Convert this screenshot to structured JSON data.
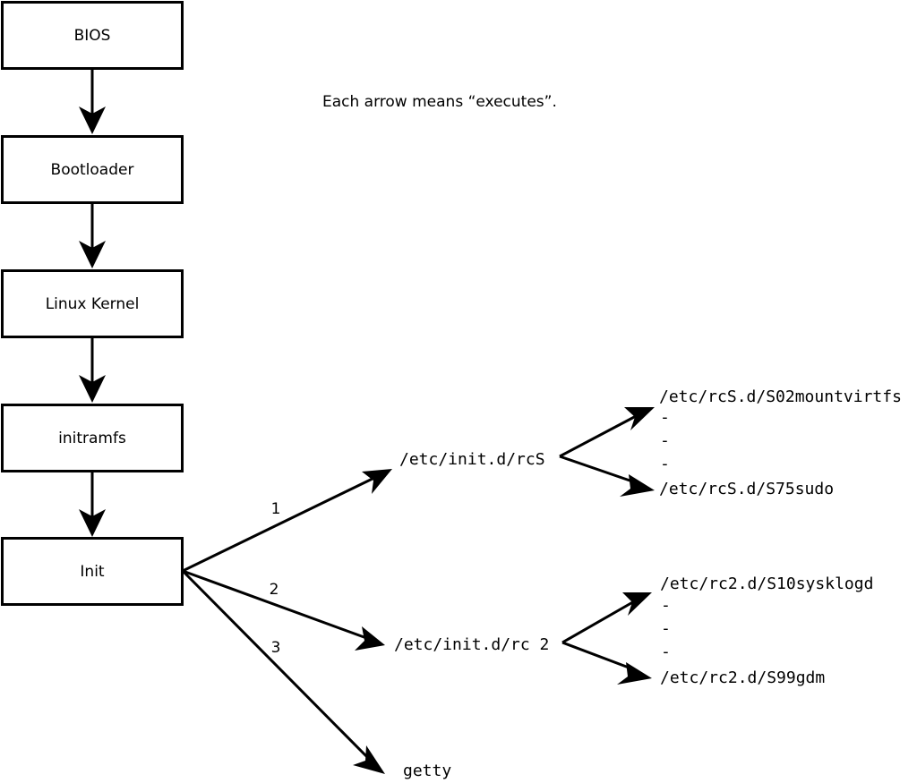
{
  "diagram": {
    "caption": "Each arrow means “executes”.",
    "stages": [
      {
        "id": "bios",
        "label": "BIOS"
      },
      {
        "id": "bootloader",
        "label": "Bootloader"
      },
      {
        "id": "kernel",
        "label": "Linux Kernel"
      },
      {
        "id": "initramfs",
        "label": "initramfs"
      },
      {
        "id": "init",
        "label": "Init"
      }
    ],
    "init_branches": [
      {
        "number": "1",
        "target": "/etc/init.d/rcS"
      },
      {
        "number": "2",
        "target": "/etc/init.d/rc 2"
      },
      {
        "number": "3",
        "target": "getty"
      }
    ],
    "rcs_scripts": {
      "first": "/etc/rcS.d/S02mountvirtfs",
      "last": "/etc/rcS.d/S75sudo",
      "ellipsis": [
        "-",
        "-",
        "-"
      ]
    },
    "rc2_scripts": {
      "first": "/etc/rc2.d/S10sysklogd",
      "last": "/etc/rc2.d/S99gdm",
      "ellipsis": [
        "-",
        "-",
        "-"
      ]
    },
    "colors": {
      "stroke": "#000000",
      "fill": "#ffffff",
      "background": "#ffffff"
    }
  }
}
